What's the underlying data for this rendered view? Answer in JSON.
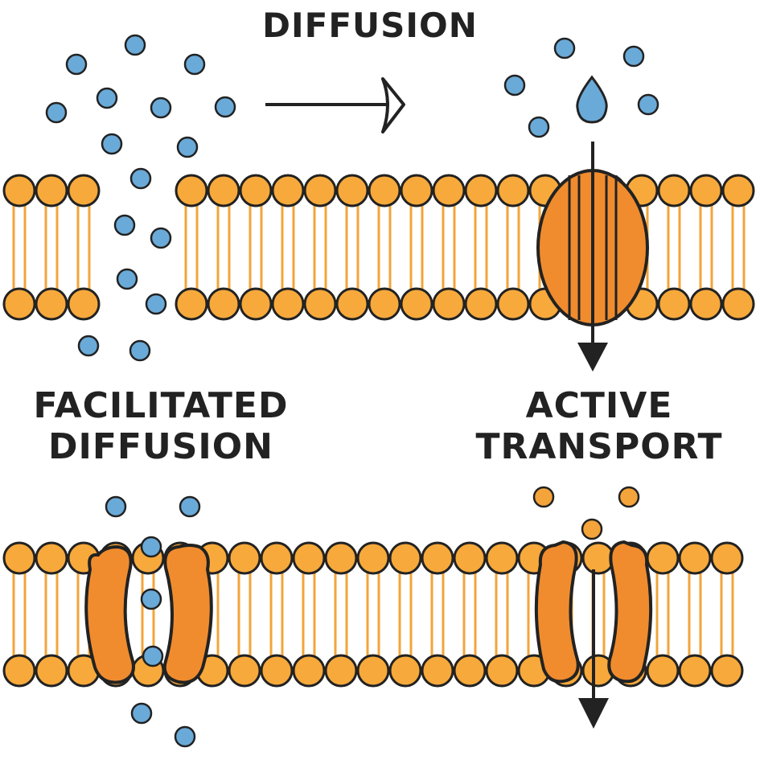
{
  "labels": {
    "diffusion": "DIFFUSION",
    "facilitated_line1": "FACILITATED",
    "facilitated_line2": "DIFFUSION",
    "active_line1": "ACTIVE",
    "active_line2": "TRANSPORT"
  },
  "colors": {
    "head_fill": "#f7a93b",
    "tail": "#f3a43a",
    "outline": "#222222",
    "protein": "#f08c2e",
    "molecule": "#6aaad8",
    "active_molecule": "#f3a43a",
    "arrow": "#222222"
  }
}
